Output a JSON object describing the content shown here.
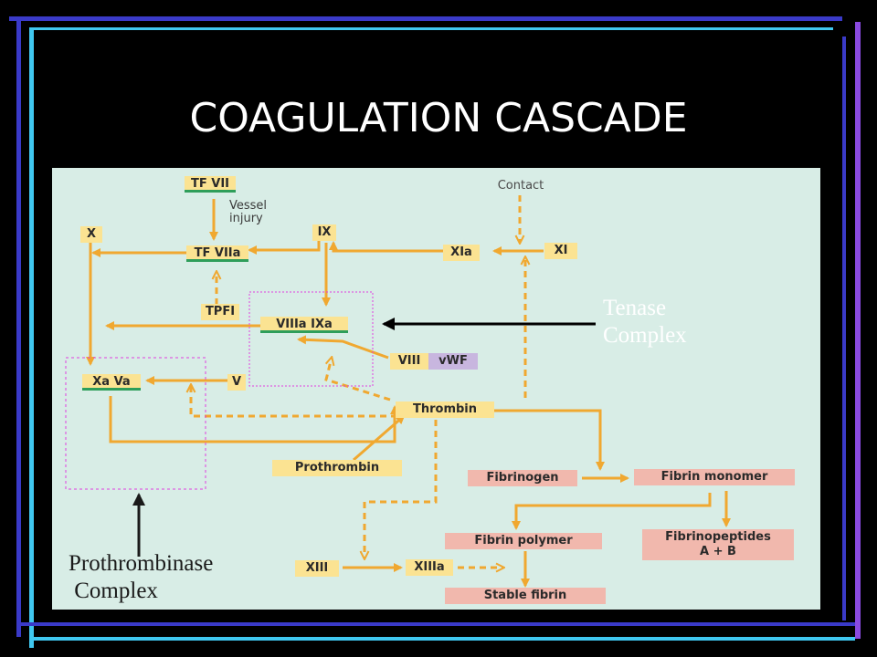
{
  "slide": {
    "title": "COAGULATION CASCADE"
  },
  "diagram": {
    "nodes": {
      "tf_vii": "TF VII",
      "vessel_injury": "Vessel\ninjury",
      "contact": "Contact",
      "x": "X",
      "tf_viia": "TF VIIa",
      "ix": "IX",
      "xia": "XIa",
      "xi": "XI",
      "tpfi": "TPFI",
      "viiia_ixa": "VIIIa IXa",
      "viii": "VIII",
      "vwf": "vWF",
      "xa_va": "Xa Va",
      "v": "V",
      "thrombin": "Thrombin",
      "prothrombin": "Prothrombin",
      "fibrinogen": "Fibrinogen",
      "fibrin_monomer": "Fibrin monomer",
      "fibrin_polymer": "Fibrin polymer",
      "fibrinopeptides": "Fibrinopeptides\nA + B",
      "xiii": "XIII",
      "xiiia": "XIIIa",
      "stable_fibrin": "Stable fibrin"
    }
  },
  "annotations": {
    "tenase": "Tenase\nComplex",
    "prothrombinase": "Prothrombinase\n Complex"
  },
  "colors": {
    "background": "#000000",
    "panel": "#d8ede6",
    "arrow": "#f0a830",
    "complex_box": "#e040e0",
    "frame_blue": "#3a3ac8",
    "frame_purple": "#8a4ae0",
    "frame_cyan": "#40c8f0",
    "node_yellow": "#fbe392",
    "node_pink": "#f1b8ad",
    "node_purple": "#c8b6df",
    "underline_green": "#2e9e5a"
  }
}
